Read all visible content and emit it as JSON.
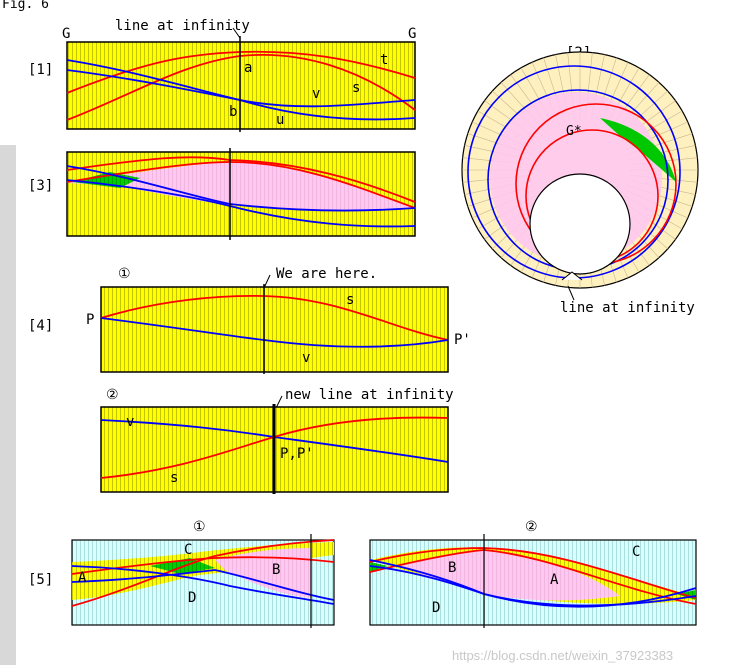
{
  "figure_title": "Fig. 6",
  "watermark": "https://blog.csdn.net/weixin_37923383",
  "colors": {
    "yellow": "#ffff00",
    "hatch": "#b0b000",
    "red": "#ff0000",
    "blue": "#0000ff",
    "pink": "#ffc8f0",
    "green": "#00d000",
    "cyan": "#c8ffff",
    "cream": "#fff4c8",
    "side_bar": "#dcdcdc"
  },
  "panel1": {
    "label": "[1]",
    "g_left": "G",
    "g_right": "G",
    "line_at_infinity": "line at infinity",
    "a": "a",
    "b": "b",
    "t": "t",
    "s": "s",
    "v": "v",
    "u": "u"
  },
  "panel2": {
    "label": "[2]",
    "g_star": "G*",
    "line_at_infinity": "line at infinity"
  },
  "panel3": {
    "label": "[3]"
  },
  "panel4": {
    "label": "[4]",
    "sub1": "①",
    "sub2": "②",
    "we_are_here": "We are here.",
    "new_line": "new line at infinity",
    "p": "P",
    "p_prime": "P'",
    "s1": "s",
    "v1": "v",
    "v2": "v",
    "s2": "s",
    "pp": "P,P'"
  },
  "panel5": {
    "label": "[5]",
    "sub1": "①",
    "sub2": "②",
    "left": {
      "a": "A",
      "b": "B",
      "c": "C",
      "d": "D"
    },
    "right": {
      "a": "A",
      "b": "B",
      "c": "C",
      "d": "D"
    }
  }
}
